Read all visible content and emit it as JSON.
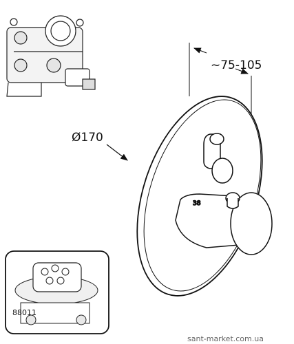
{
  "labels": {
    "depth_range": "~75-105",
    "diameter": "Ø170",
    "part_number": "88011",
    "watermark": "sant-market.com.ua"
  }
}
